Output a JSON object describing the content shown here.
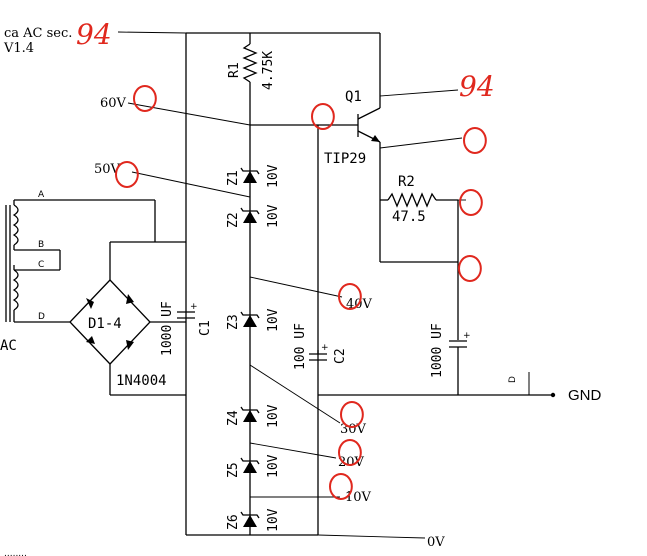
{
  "header": {
    "title": "ca AC sec.",
    "version": "V1.4",
    "handwritten_input": "94"
  },
  "transistor": {
    "name": "Q1",
    "part": "TIP29",
    "handwritten_reading": "94"
  },
  "resistors": [
    {
      "name": "R1",
      "value": "4.75K"
    },
    {
      "name": "R2",
      "value": "47.5"
    }
  ],
  "capacitors": [
    {
      "name": "C1",
      "value": "1000 UF"
    },
    {
      "name": "C2",
      "value": "100 UF"
    },
    {
      "name": "",
      "value": "1000 UF"
    }
  ],
  "zeners": [
    {
      "name": "Z1",
      "value": "10V"
    },
    {
      "name": "Z2",
      "value": "10V"
    },
    {
      "name": "Z3",
      "value": "10V"
    },
    {
      "name": "Z4",
      "value": "10V"
    },
    {
      "name": "Z5",
      "value": "10V"
    },
    {
      "name": "Z6",
      "value": "10V"
    }
  ],
  "bridge": {
    "name": "D1-4",
    "part": "1N4004"
  },
  "transformer": {
    "taps": [
      "A",
      "B",
      "C",
      "D"
    ],
    "label": "AC"
  },
  "ground": {
    "label": "GND",
    "pin": "D"
  },
  "voltage_taps": [
    {
      "label": "60V",
      "reading": "0"
    },
    {
      "label": "50V",
      "reading": "0"
    },
    {
      "label": "40V",
      "reading": "0"
    },
    {
      "label": "30V",
      "reading": "0"
    },
    {
      "label": "20V",
      "reading": "0"
    },
    {
      "label": "10V",
      "reading": "0"
    },
    {
      "label": "0V"
    }
  ],
  "handwritten_zeros": [
    "0",
    "0",
    "0",
    "0"
  ],
  "footer_text": "........"
}
